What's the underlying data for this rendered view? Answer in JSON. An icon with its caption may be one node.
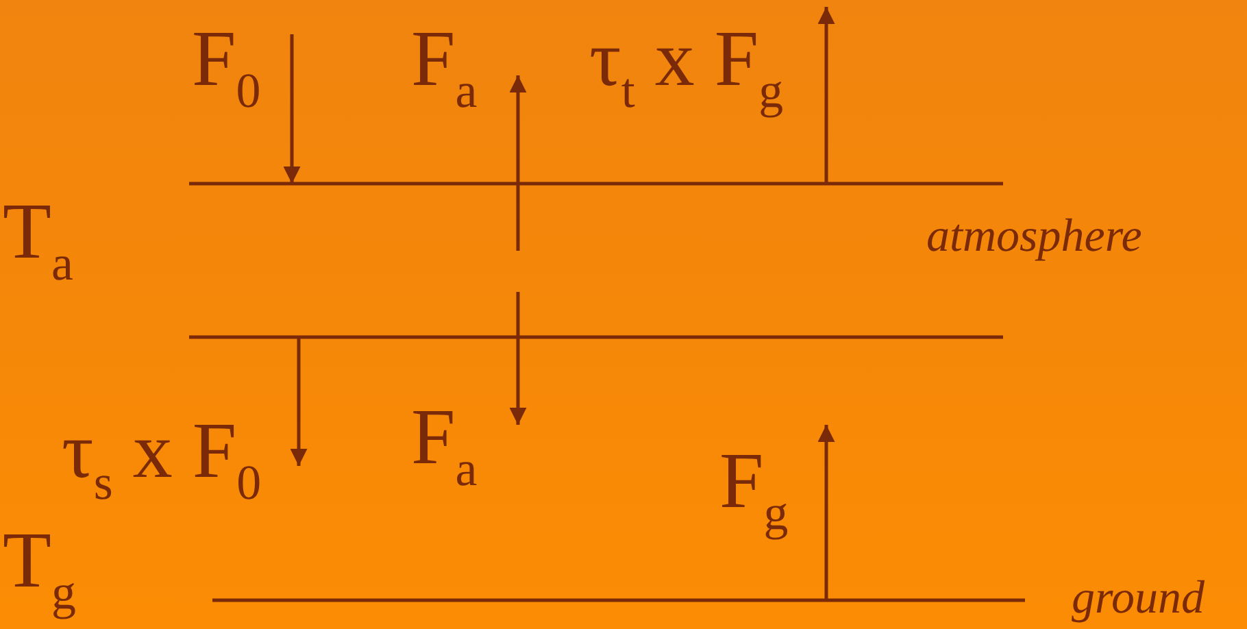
{
  "diagram": {
    "labels": [
      "F$_{0}$",
      "F$_{a}$",
      "τ$_{t}$ x F$_{g}$",
      "T$_{a}$",
      "atmosphere",
      "τ$_{s}$ x F$_{0}$",
      "F$_{a}$",
      "F$_{g}$",
      "T$_{g}$",
      "ground"
    ]
  }
}
